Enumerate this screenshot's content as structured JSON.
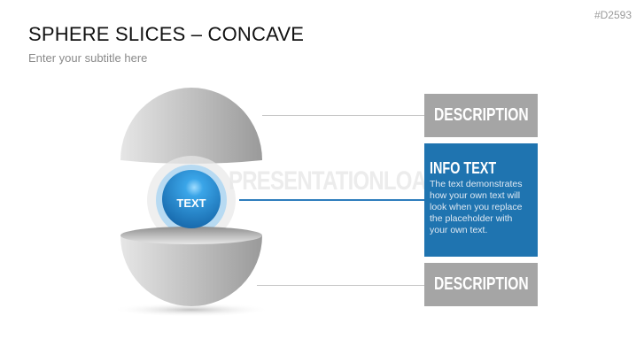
{
  "header": {
    "title": "SPHERE SLICES – CONCAVE",
    "subtitle": "Enter your subtitle here",
    "code": "#D2593"
  },
  "watermark": "PRESENTATIONLOAD",
  "sphere": {
    "center_label": "TEXT"
  },
  "boxes": {
    "top": {
      "label": "DESCRIPTION"
    },
    "middle": {
      "title": "INFO TEXT",
      "body": "The text demonstrates how your own text will look when you replace the placeholder with your own text."
    },
    "bottom": {
      "label": "DESCRIPTION"
    }
  },
  "colors": {
    "accent": "#1f74b0",
    "gray_box": "#a5a5a5"
  }
}
